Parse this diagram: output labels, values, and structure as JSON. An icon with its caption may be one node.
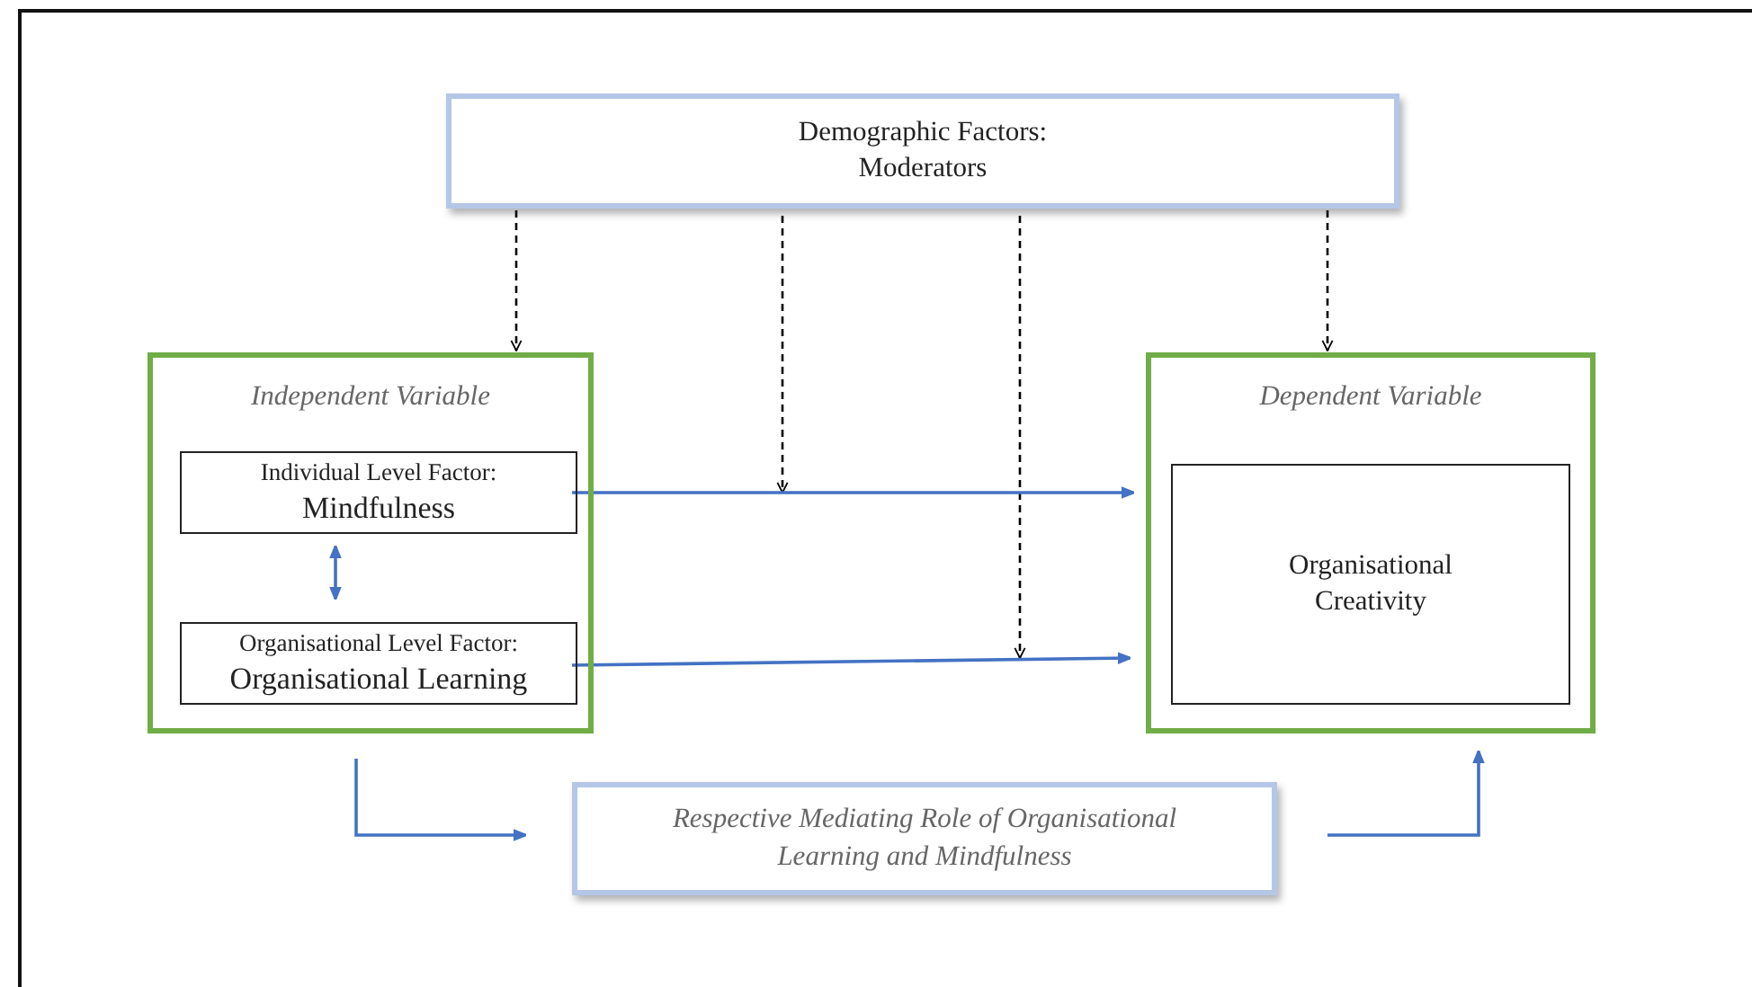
{
  "diagram": {
    "nodes": [
      {
        "text": [
          "Demographic Factors: Moderators"
        ]
      },
      {
        "text": [
          "Independent Variable"
        ]
      },
      {
        "text": [
          "Individual Level Factor:",
          "Mindfulness"
        ],
        "in": 1
      },
      {
        "text": [
          "Organisational Level Factor:",
          "Organisational Learning"
        ],
        "in": 1
      },
      {
        "text": [
          "Dependent Variable"
        ]
      },
      {
        "text": [
          "Organisational Creativity"
        ],
        "in": 4
      },
      {
        "text": [
          "Respective Mediating Role of Organisational Learning and Mindfulness"
        ]
      }
    ],
    "edges": [
      {
        "from": 0,
        "to": 1,
        "arrow": "to",
        "style": "dashed",
        "color": "#000000"
      },
      {
        "from": 0,
        "to": null,
        "arrow": "to",
        "style": "dashed",
        "color": "#000000"
      },
      {
        "from": 0,
        "to": null,
        "arrow": "to",
        "style": "dashed",
        "color": "#000000"
      },
      {
        "from": 0,
        "to": 4,
        "arrow": "to",
        "style": "dashed",
        "color": "#000000"
      },
      {
        "from": 2,
        "to": 4,
        "arrow": "to"
      },
      {
        "from": 3,
        "to": 4,
        "arrow": "to"
      },
      {
        "from": 2,
        "to": 3,
        "arrow": "both"
      },
      {
        "from": 1,
        "to": 6,
        "arrow": "to"
      },
      {
        "from": 6,
        "to": 4,
        "arrow": "to"
      }
    ]
  }
}
